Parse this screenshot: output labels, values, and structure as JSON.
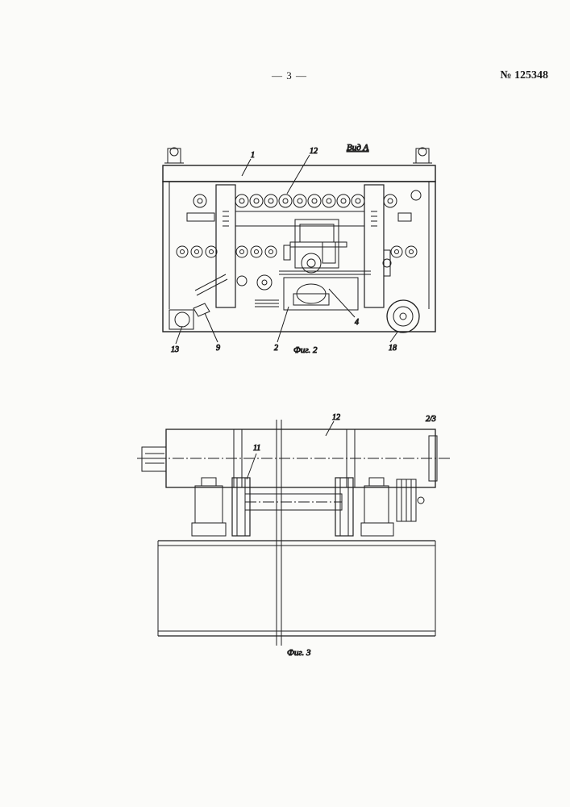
{
  "header": {
    "page_number": "— 3 —",
    "patent_number": "№ 125348"
  },
  "figure2": {
    "view_label": "Вид А",
    "caption": "Фиг. 2",
    "labels": {
      "l1": "1",
      "l12": "12",
      "l4": "4",
      "l2": "2",
      "l9": "9",
      "l13": "13",
      "l18": "18"
    }
  },
  "figure3": {
    "caption": "Фиг. 3",
    "labels": {
      "l11": "11",
      "l12": "12",
      "l_frac": "2/3"
    }
  }
}
